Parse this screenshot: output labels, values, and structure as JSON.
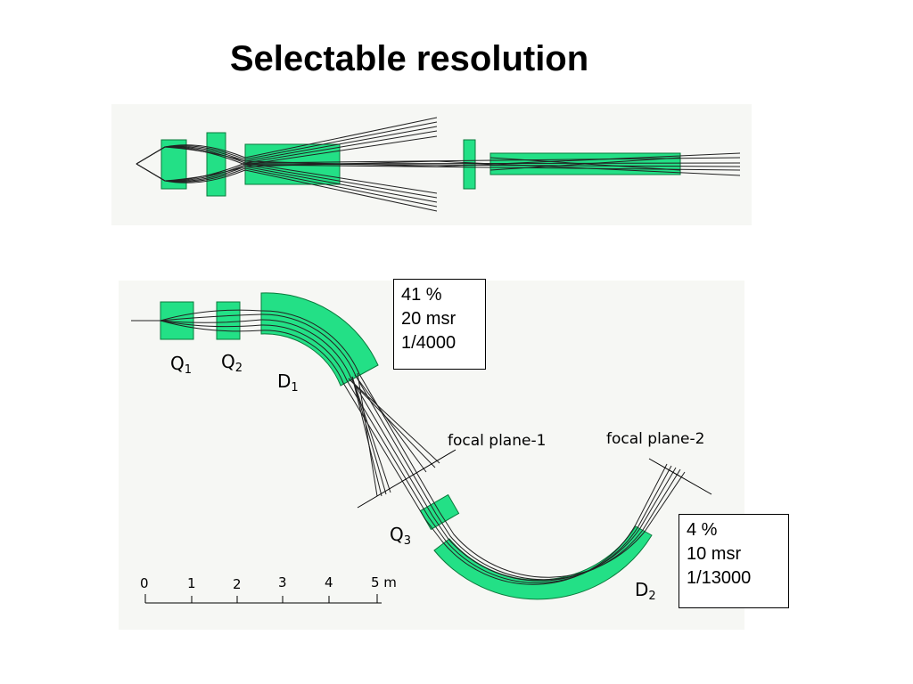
{
  "title": "Selectable resolution",
  "colors": {
    "magnet": "#23e086",
    "magnet_stroke": "#0a7a3c",
    "ray": "#222222",
    "panel": "#f6f7f4"
  },
  "mode_1": {
    "line1": "41 %",
    "line2": "20 msr",
    "line3": "1/4000"
  },
  "mode_2": {
    "line1": "4 %",
    "line2": "10 msr",
    "line3": "1/13000"
  },
  "labels": {
    "q1": {
      "base": "Q",
      "sub": "1"
    },
    "q2": {
      "base": "Q",
      "sub": "2"
    },
    "q3": {
      "base": "Q",
      "sub": "3"
    },
    "d1": {
      "base": "D",
      "sub": "1"
    },
    "d2": {
      "base": "D",
      "sub": "2"
    },
    "focal_plane_1": "focal plane-1",
    "focal_plane_2": "focal plane-2"
  },
  "scale_bar": {
    "ticks": [
      "0",
      "1",
      "2",
      "3",
      "4",
      "5 m"
    ]
  }
}
